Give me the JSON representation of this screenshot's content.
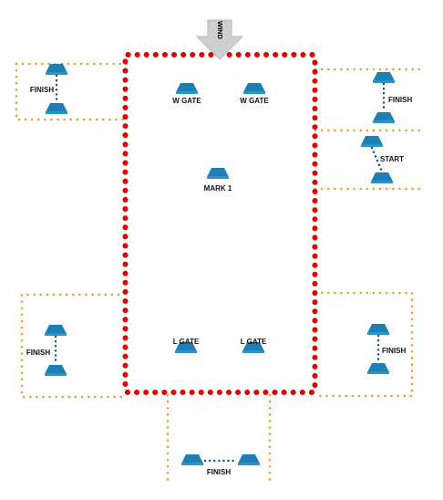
{
  "colors": {
    "course_border": "#e00000",
    "area_border": "#f39a1e",
    "buoy": "#1c7fb5",
    "buoy_top": "#2c93c9",
    "connector": "#1c4a80",
    "arrow": "#cfcfcf",
    "label": "#111111"
  },
  "wind": {
    "label": "WIND"
  },
  "course": {
    "marks": [
      {
        "id": "w-gate-left",
        "label": "W GATE"
      },
      {
        "id": "w-gate-right",
        "label": "W GATE"
      },
      {
        "id": "mark-1",
        "label": "MARK 1"
      },
      {
        "id": "l-gate-left",
        "label": "L GATE"
      },
      {
        "id": "l-gate-right",
        "label": "L GATE"
      }
    ]
  },
  "areas": [
    {
      "id": "finish-top-left",
      "label": "FINISH"
    },
    {
      "id": "finish-top-right",
      "label": "FINISH"
    },
    {
      "id": "start-right",
      "label": "START"
    },
    {
      "id": "finish-mid-left",
      "label": "FINISH"
    },
    {
      "id": "finish-mid-right",
      "label": "FINISH"
    },
    {
      "id": "finish-bottom",
      "label": "FINISH"
    }
  ]
}
